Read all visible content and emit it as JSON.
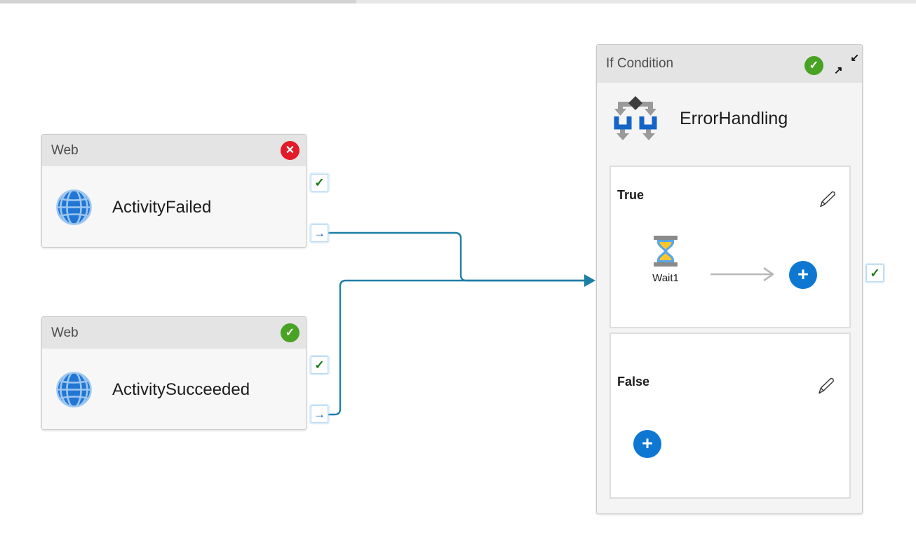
{
  "pipeline": {
    "activities": {
      "activity_failed": {
        "type_label": "Web",
        "name": "ActivityFailed",
        "status": "failed"
      },
      "activity_succeeded": {
        "type_label": "Web",
        "name": "ActivitySucceeded",
        "status": "succeeded"
      },
      "if_condition": {
        "type_label": "If Condition",
        "name": "ErrorHandling",
        "status": "succeeded",
        "true_branch": {
          "label": "True",
          "activities": {
            "wait": {
              "name": "Wait1"
            }
          }
        },
        "false_branch": {
          "label": "False"
        }
      }
    }
  },
  "glyphs": {
    "check": "✓",
    "cross": "✕",
    "plus": "+",
    "port_arrow": "→",
    "collapse_down_left": "↙",
    "collapse_up_right": "↗"
  },
  "colors": {
    "status_succeeded_green": "#48a223",
    "status_failed_red": "#e11b28",
    "connector_teal": "#1e7fa6",
    "port_check_green": "#127a12",
    "port_arrow_blue": "#1266c8",
    "add_button_blue": "#0e77d1",
    "web_icon_blue": "#2176d4",
    "if_icon_blue": "#1464c8",
    "wait_sand_yellow": "#fcc72c",
    "wait_glass_blue": "#58a6e8"
  }
}
